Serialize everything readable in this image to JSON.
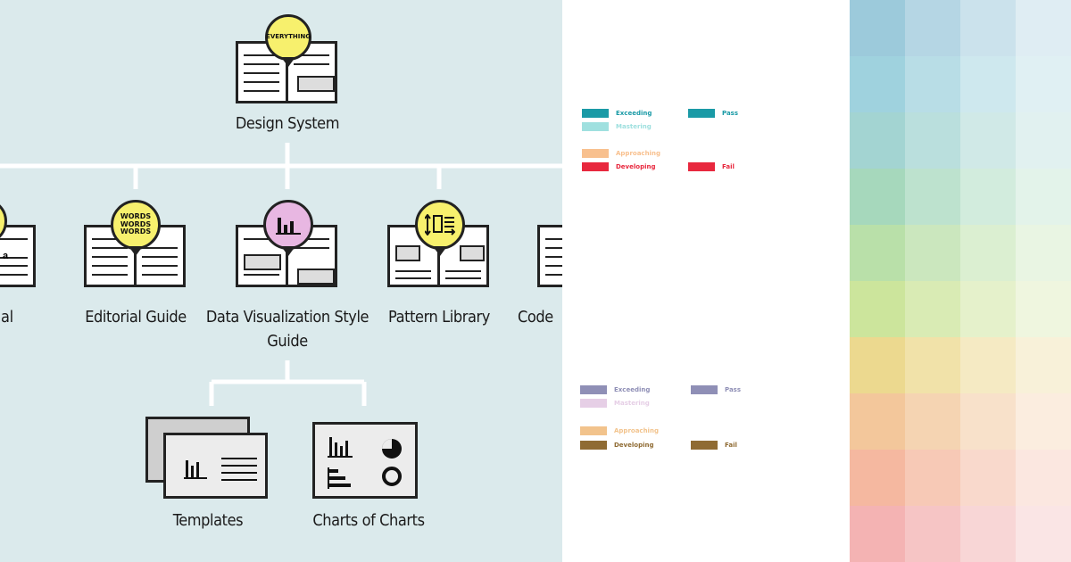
{
  "diagram": {
    "root": {
      "label": "Design System",
      "pin_text": "EVERYTHING",
      "pin_color": "#f7f06d"
    },
    "partial_left_label": "nual",
    "partial_left_pin_letter": "a",
    "children": [
      {
        "label": "Editorial Guide",
        "pin_text": "WORDS WORDS WORDS",
        "pin_color": "#f7f06d",
        "icon": "words-icon"
      },
      {
        "label": "Data Visualization Style Guide",
        "pin_color": "#e8b7e2",
        "icon": "bar-chart-icon"
      },
      {
        "label": "Pattern Library",
        "pin_color": "#f7f06d",
        "icon": "layout-pattern-icon"
      }
    ],
    "partial_right_label": "Code",
    "grandchildren": [
      {
        "label": "Templates",
        "icon": "template-stack-icon"
      },
      {
        "label": "Charts of Charts",
        "icon": "chart-collection-icon"
      }
    ]
  },
  "legends": [
    {
      "items": [
        {
          "label": "Exceeding",
          "color": "#1a9aa6"
        },
        {
          "label": "Mastering",
          "color": "#9fe0df"
        },
        {
          "label": "Approaching",
          "color": "#f8c08e"
        },
        {
          "label": "Developing",
          "color": "#e8283e"
        }
      ],
      "binary": [
        {
          "label": "Pass",
          "color": "#1a9aa6"
        },
        {
          "label": "Fail",
          "color": "#e8283e"
        }
      ]
    },
    {
      "items": [
        {
          "label": "Exceeding",
          "color": "#8f8fb6"
        },
        {
          "label": "Mastering",
          "color": "#e6cfe6"
        },
        {
          "label": "Approaching",
          "color": "#f2c38c"
        },
        {
          "label": "Developing",
          "color": "#8f6b33"
        }
      ],
      "binary": [
        {
          "label": "Pass",
          "color": "#8f8fb6"
        },
        {
          "label": "Fail",
          "color": "#8f6b33"
        }
      ]
    }
  ],
  "palette": [
    [
      "#9ccadb",
      "#b5d6e4",
      "#cbe2ec",
      "#dfedf3"
    ],
    [
      "#9fd2de",
      "#b8dde6",
      "#cee8ee",
      "#e0f0f3"
    ],
    [
      "#a3d4d2",
      "#badfdd",
      "#d0e9e7",
      "#e1f1f0"
    ],
    [
      "#a6d8bc",
      "#bde2ce",
      "#d2ecdd",
      "#e3f3ea"
    ],
    [
      "#b9e0a9",
      "#cbe7be",
      "#dbefd1",
      "#e9f5e3"
    ],
    [
      "#cce59c",
      "#d9ebb4",
      "#e5f1cb",
      "#eff6df"
    ],
    [
      "#ecd98f",
      "#f1e2a9",
      "#f5eac3",
      "#f8f1d9"
    ],
    [
      "#f3c79b",
      "#f5d4b2",
      "#f8e1ca",
      "#fbeddf"
    ],
    [
      "#f5b8a0",
      "#f7c9b6",
      "#f9d9cc",
      "#fbe7e0"
    ],
    [
      "#f4b3b3",
      "#f6c5c5",
      "#f8d6d6",
      "#fae5e5"
    ]
  ]
}
